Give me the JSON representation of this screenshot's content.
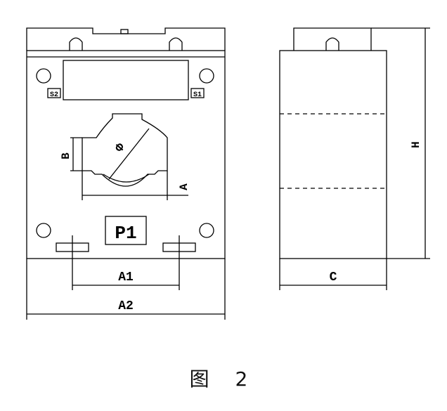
{
  "caption": "图 2",
  "front_view": {
    "label_s2": "S2",
    "label_s1": "S1",
    "nameplate": "P1",
    "dim_phi": "Φ",
    "dim_b": "B",
    "dim_a": "A",
    "dim_a1": "A1",
    "dim_a2": "A2"
  },
  "side_view": {
    "dim_h": "H",
    "dim_c": "C"
  }
}
